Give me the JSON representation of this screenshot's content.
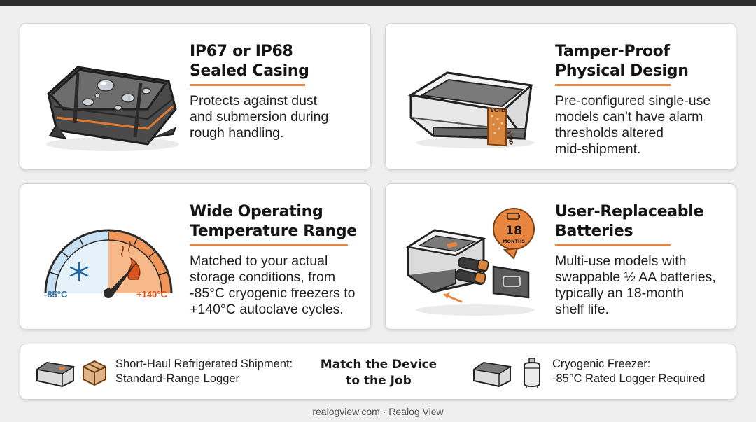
{
  "cards": [
    {
      "title_line1": "IP67 or IP68",
      "title_line2": "Sealed Casing",
      "desc_lines": [
        "Protects against dust",
        "and submersion during",
        "rough handling."
      ],
      "icon": "sealed-case-icon"
    },
    {
      "title_line1": "Tamper-Proof",
      "title_line2": "Physical Design",
      "desc_lines": [
        "Pre-configured single-use",
        "models can’t have alarm",
        "thresholds altered",
        "mid-shipment."
      ],
      "icon": "tamper-seal-logger-icon",
      "seal_label": "VOID"
    },
    {
      "title_line1": "Wide Operating",
      "title_line2": "Temperature Range",
      "desc_lines": [
        "Matched to your actual",
        "storage conditions, from",
        "-85°C cryogenic freezers to",
        "+140°C autoclave cycles."
      ],
      "icon": "temperature-gauge-icon",
      "gauge_min": "-85°C",
      "gauge_max": "+140°C"
    },
    {
      "title_line1": "User-Replaceable",
      "title_line2": "Batteries",
      "desc_lines": [
        "Multi-use models with",
        "swappable ½ AA batteries,",
        "typically an 18-month",
        "shelf life."
      ],
      "icon": "battery-logger-icon",
      "badge_number": "18",
      "badge_unit": "MONTHS"
    }
  ],
  "footer": {
    "left_lines": [
      "Short-Haul Refrigerated Shipment:",
      "Standard-Range Logger"
    ],
    "center_lines": [
      "Match the Device",
      "to the Job"
    ],
    "right_lines": [
      "Cryogenic Freezer:",
      "-85°C Rated Logger Required"
    ]
  },
  "credit": "realogview.com · Realog View",
  "colors": {
    "accent": "#e8853e",
    "cold": "#2b6ea3",
    "hot": "#d9531e",
    "dark": "#3a3a3a"
  }
}
